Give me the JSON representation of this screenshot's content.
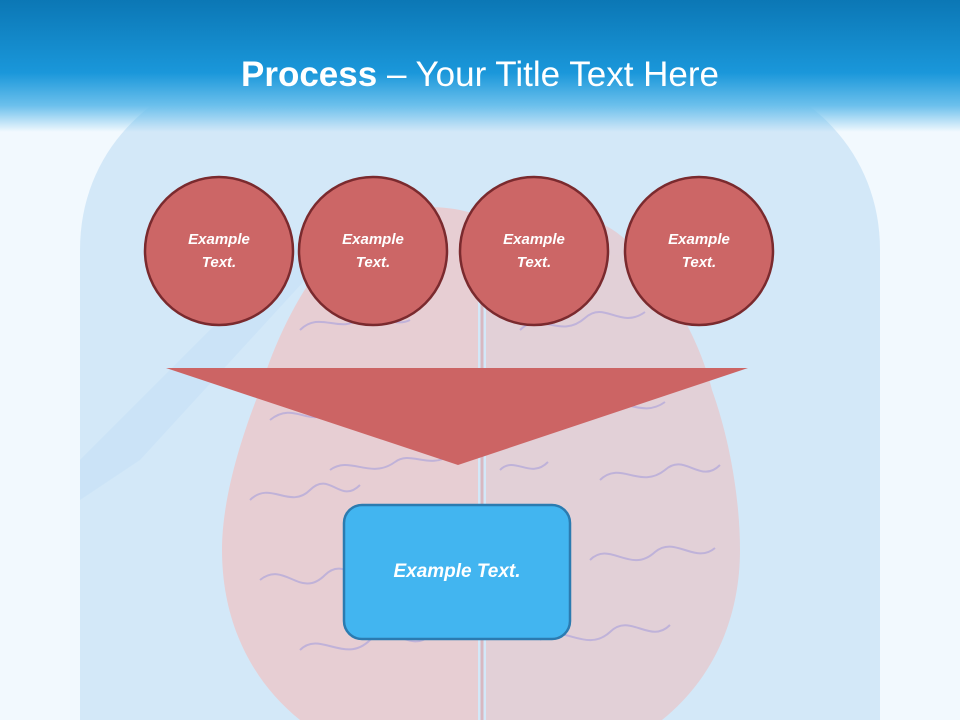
{
  "slide": {
    "title_bold": "Process",
    "title_separator": " – ",
    "title_rest": "Your Title Text Here"
  },
  "diagram": {
    "inputs": [
      {
        "label": "Example Text."
      },
      {
        "label": "Example Text."
      },
      {
        "label": "Example Text."
      },
      {
        "label": "Example Text."
      }
    ],
    "output": {
      "label": "Example Text."
    }
  },
  "colors": {
    "header_dark": "#0b77b5",
    "header_light": "#1a97da",
    "panel": "#d3e8f8",
    "circle_fill": "#cc6666",
    "circle_stroke": "#7a2a2e",
    "funnel": "#cc6464",
    "output_fill": "#42b5f0",
    "output_stroke": "#2b7bb0",
    "brain": "#e8c9cf",
    "brain_veins": "#b7a9d8"
  }
}
